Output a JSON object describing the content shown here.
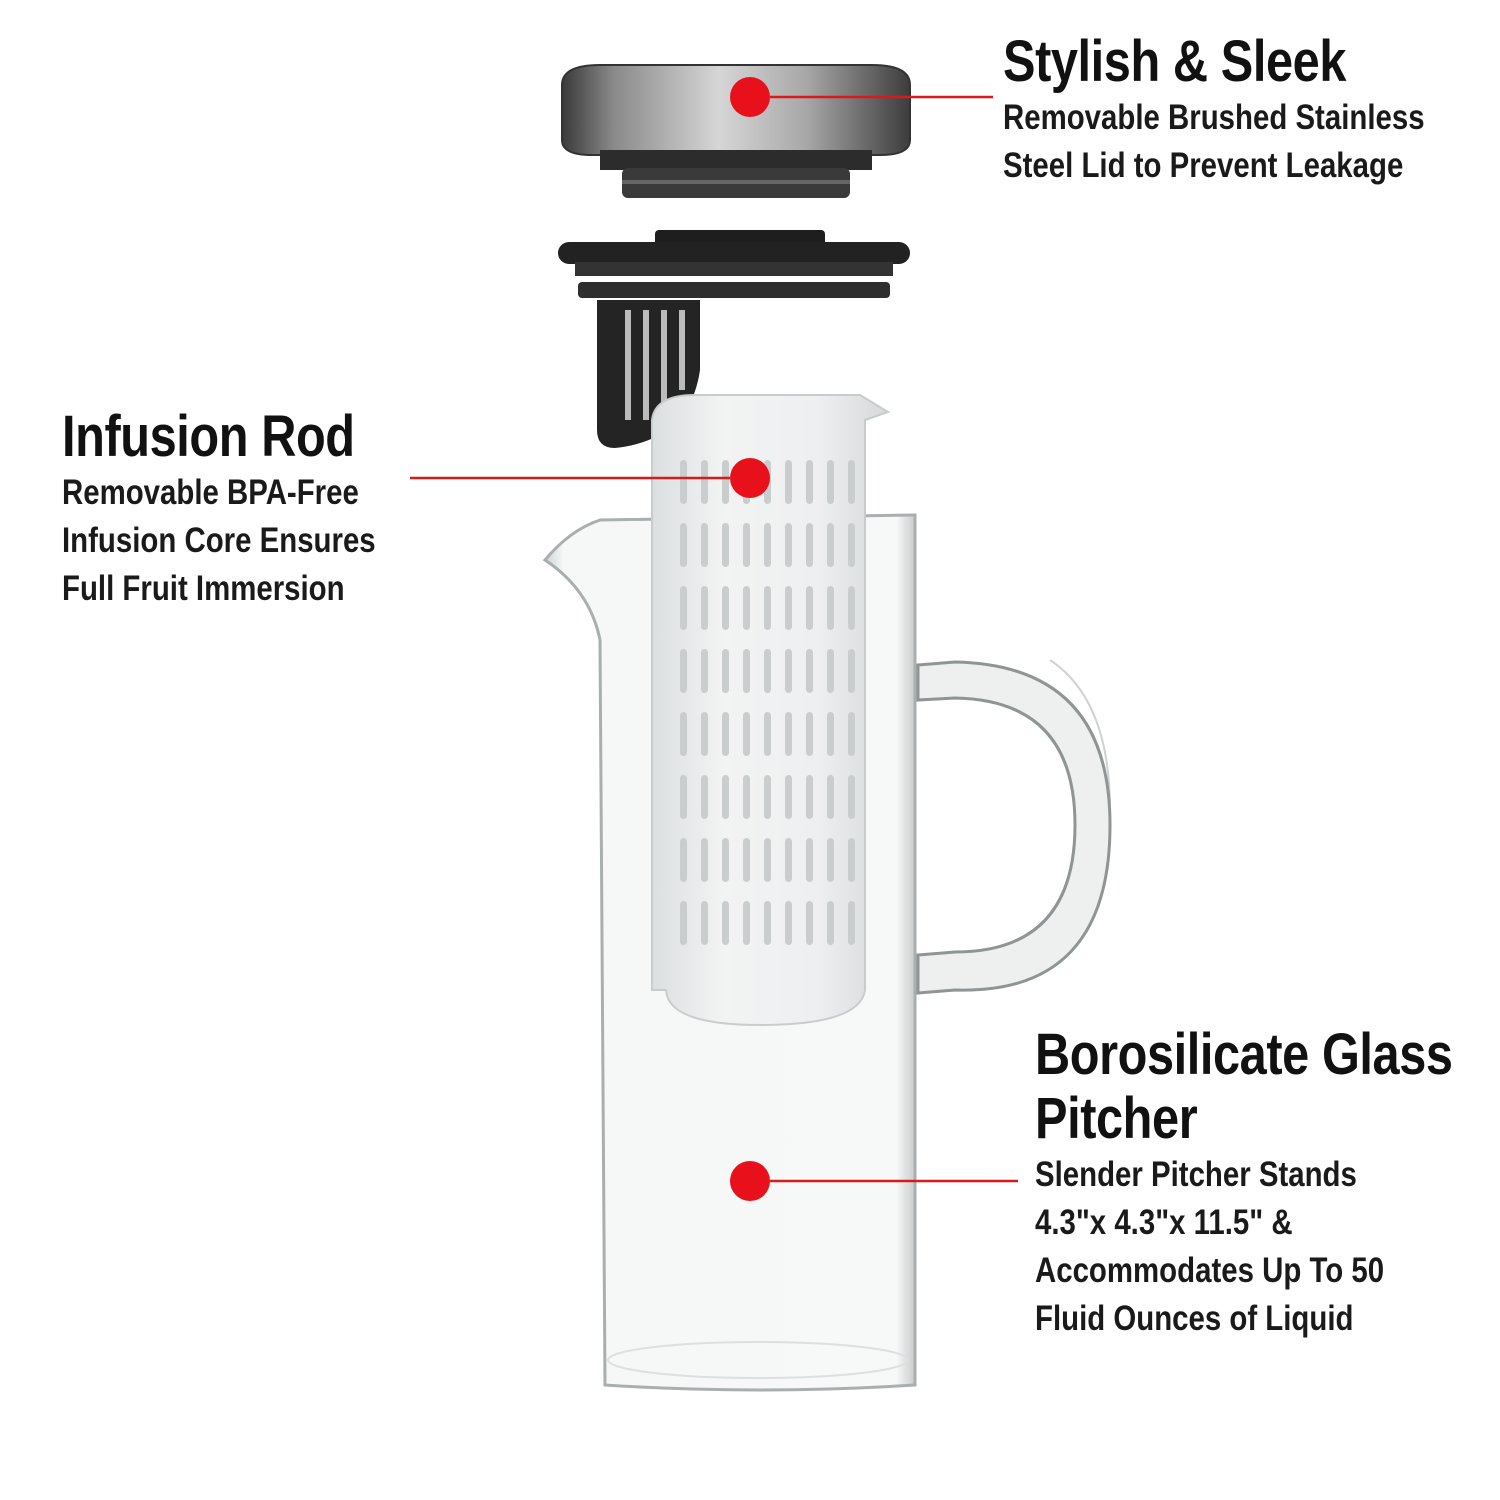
{
  "callouts": {
    "lid": {
      "title": "Stylish & Sleek",
      "lines": [
        "Removable Brushed Stainless",
        "Steel Lid to Prevent Leakage"
      ]
    },
    "rod": {
      "title": "Infusion Rod",
      "lines": [
        "Removable BPA-Free",
        "Infusion Core Ensures",
        "Full Fruit Immersion"
      ]
    },
    "pitcher": {
      "title_lines": [
        "Borosilicate Glass",
        "Pitcher"
      ],
      "lines": [
        "Slender Pitcher Stands",
        "4.3\"x 4.3\"x 11.5\" &",
        "Accommodates Up To 50",
        "Fluid Ounces of Liquid"
      ]
    }
  },
  "colors": {
    "marker": "#e8101a",
    "line": "#d81a1a",
    "text": "#111111"
  }
}
